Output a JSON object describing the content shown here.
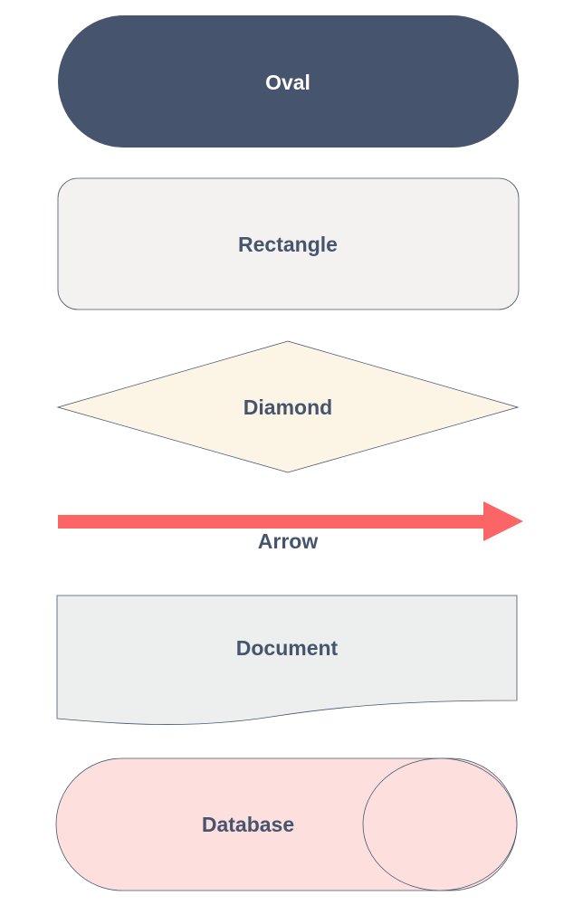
{
  "shapes": {
    "oval": {
      "label": "Oval",
      "fill": "#46546d",
      "text_color": "#ffffff"
    },
    "rectangle": {
      "label": "Rectangle",
      "fill": "#f3f2f0",
      "stroke": "#46546d",
      "text_color": "#46546d"
    },
    "diamond": {
      "label": "Diamond",
      "fill": "#fcf5e6",
      "stroke": "#46546d",
      "text_color": "#46546d"
    },
    "arrow": {
      "label": "Arrow",
      "fill": "#fb6565",
      "text_color": "#46546d"
    },
    "document": {
      "label": "Document",
      "fill": "#ecefed",
      "stroke": "#46546d",
      "text_color": "#46546d"
    },
    "database": {
      "label": "Database",
      "fill": "#fde0de",
      "stroke": "#46546d",
      "text_color": "#46546d"
    }
  }
}
